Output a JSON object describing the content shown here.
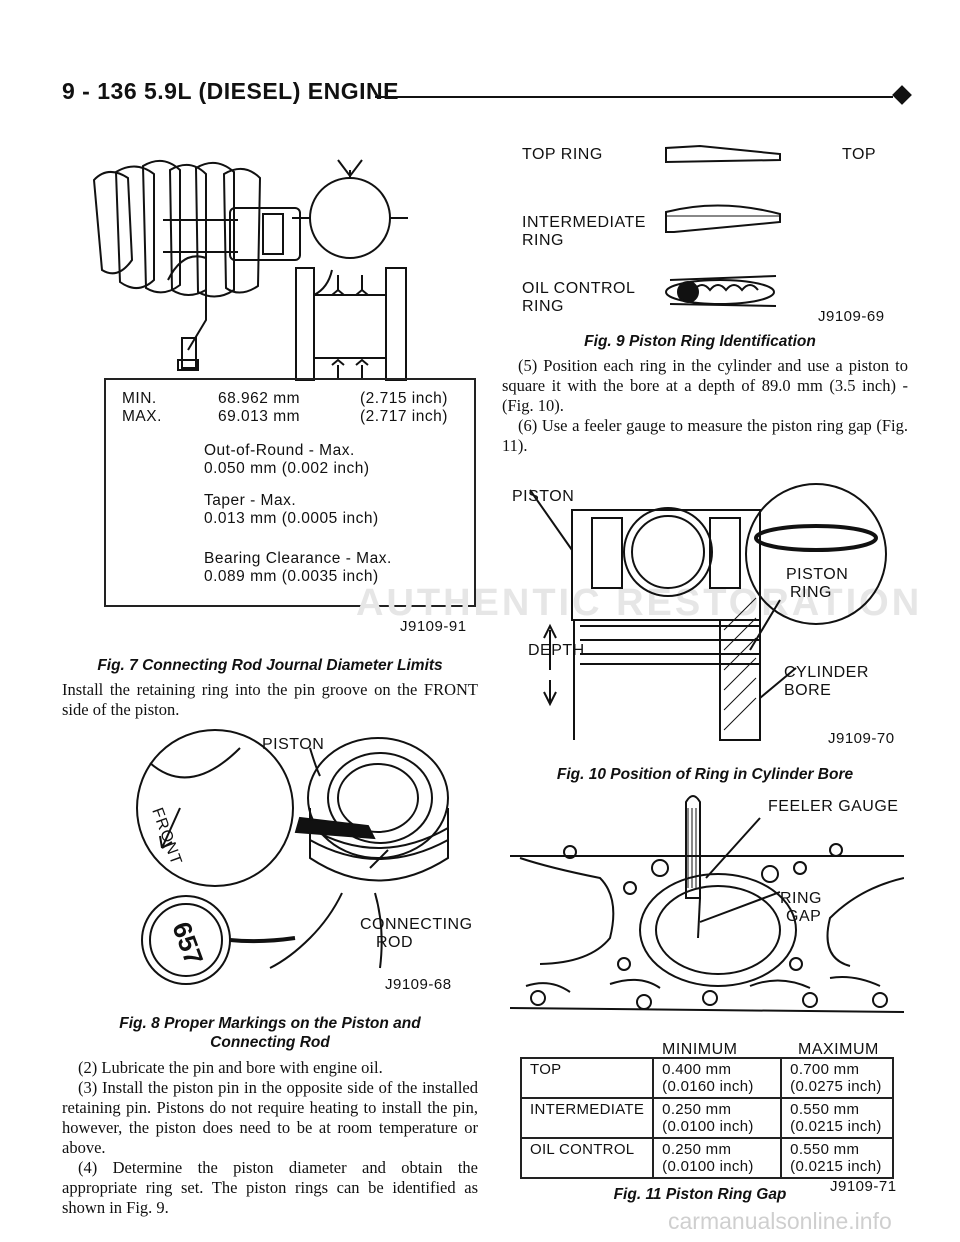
{
  "header": {
    "title": "9 - 136   5.9L (DIESEL) ENGINE"
  },
  "fig7": {
    "spec_rows": [
      {
        "label": "MIN.",
        "mm": "68.962 mm",
        "inch": "(2.715 inch)"
      },
      {
        "label": "MAX.",
        "mm": "69.013 mm",
        "inch": "(2.717 inch)"
      }
    ],
    "out_of_round_title": "Out-of-Round - Max.",
    "out_of_round_value": "0.050 mm (0.002 inch)",
    "taper_title": "Taper - Max.",
    "taper_value": "0.013 mm (0.0005 inch)",
    "bearing_title": "Bearing Clearance - Max.",
    "bearing_value": "0.089 mm (0.0035 inch)",
    "code": "J9109-91",
    "caption": "Fig. 7 Connecting Rod Journal Diameter Limits"
  },
  "para_install": "Install the retaining ring into the pin groove on the FRONT side of the piston.",
  "fig8": {
    "label_piston": "PISTON",
    "label_front": "FRONT",
    "label_connecting": "CONNECTING",
    "label_rod": "ROD",
    "marking": "657",
    "code": "J9109-68",
    "caption_line1": "Fig. 8 Proper Markings on the Piston and",
    "caption_line2": "Connecting Rod"
  },
  "steps_left": [
    "(2) Lubricate the pin and bore with engine oil.",
    "(3) Install the piston pin in the opposite side of the installed retaining pin. Pistons do not require heating to install the pin, however, the piston does need to be at room temperature or above.",
    "(4) Determine the piston diameter and obtain the appropriate ring set. The piston rings can be identified as shown in Fig. 9."
  ],
  "fig9": {
    "top_ring": "TOP RING",
    "top": "TOP",
    "intermediate_1": "INTERMEDIATE",
    "intermediate_2": "RING",
    "oil_1": "OIL CONTROL",
    "oil_2": "RING",
    "code": "J9109-69",
    "caption": "Fig. 9 Piston Ring Identification"
  },
  "steps_right": [
    "(5) Position each ring in the cylinder and use a piston to square it with the bore at a depth of 89.0 mm (3.5 inch) - (Fig. 10).",
    "(6) Use a feeler gauge to measure the piston ring gap (Fig. 11)."
  ],
  "fig10": {
    "piston": "PISTON",
    "piston_ring_1": "PISTON",
    "piston_ring_2": "RING",
    "depth": "DEPTH",
    "cylinder_1": "CYLINDER",
    "cylinder_2": "BORE",
    "code": "J9109-70",
    "caption": "Fig. 10 Position of Ring in Cylinder Bore"
  },
  "fig11": {
    "feeler": "FEELER GAUGE",
    "ring": "RING",
    "gap": "GAP",
    "col_min": "MINIMUM",
    "col_max": "MAXIMUM",
    "rows": [
      {
        "ring": "TOP",
        "min_mm": "0.400 mm",
        "min_in": "(0.0160 inch)",
        "max_mm": "0.700 mm",
        "max_in": "(0.0275 inch)"
      },
      {
        "ring": "INTERMEDIATE",
        "min_mm": "0.250 mm",
        "min_in": "(0.0100 inch)",
        "max_mm": "0.550 mm",
        "max_in": "(0.0215 inch)"
      },
      {
        "ring": "OIL CONTROL",
        "min_mm": "0.250 mm",
        "min_in": "(0.0100 inch)",
        "max_mm": "0.550 mm",
        "max_in": "(0.0215 inch)"
      }
    ],
    "code": "J9109-71",
    "caption": "Fig. 11 Piston Ring Gap"
  },
  "watermark": "AUTHENTIC RESTORATION",
  "footer": "carmanualsonline.info"
}
